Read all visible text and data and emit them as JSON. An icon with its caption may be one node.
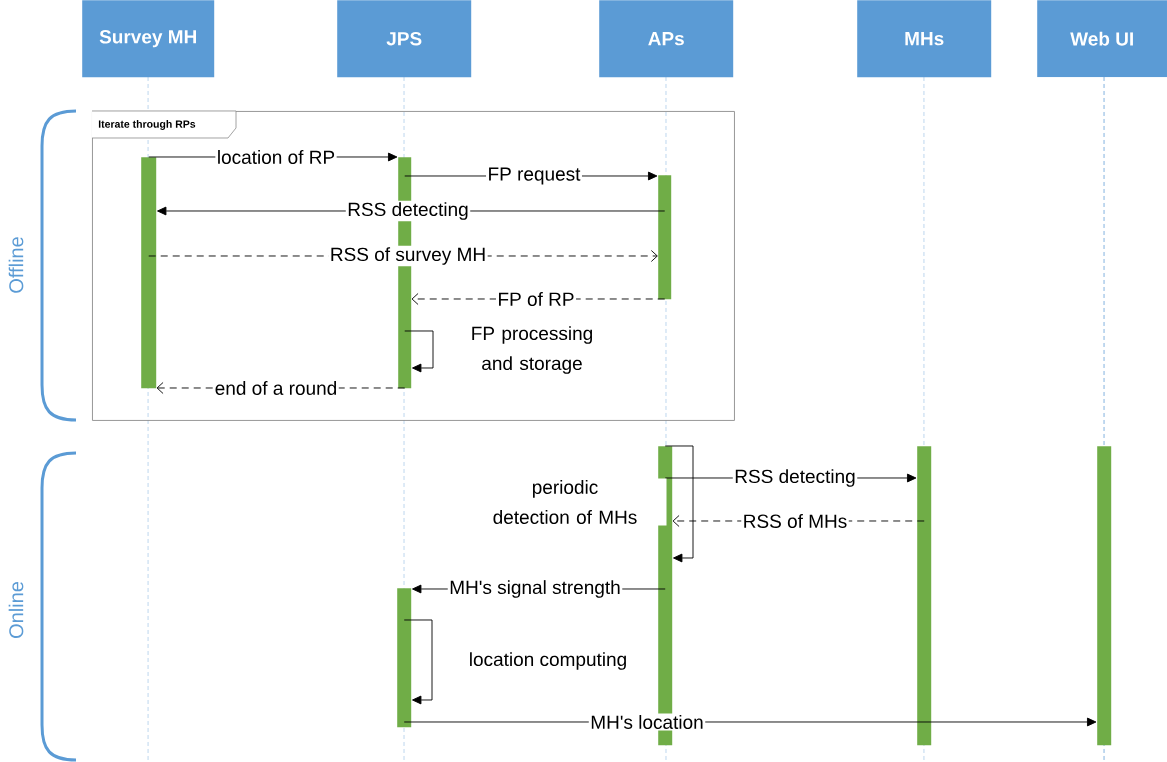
{
  "diagram": {
    "nodes": [
      {
        "text": [
          "Survey MH"
        ]
      },
      {
        "text": [
          "JPS"
        ]
      },
      {
        "text": [
          "APs"
        ]
      },
      {
        "text": [
          "MHs"
        ]
      },
      {
        "text": [
          "Web UI"
        ]
      },
      {
        "text": [
          "Iterate through RPs"
        ]
      },
      {
        "text": [],
        "shape": "bar",
        "in": 5
      },
      {
        "text": [],
        "shape": "bar",
        "in": 5
      },
      {
        "text": [],
        "shape": "bar",
        "in": 5
      },
      {
        "text": [],
        "shape": "bar"
      },
      {
        "text": [],
        "shape": "bar"
      },
      {
        "text": [],
        "shape": "bar"
      },
      {
        "text": [],
        "shape": "bar"
      }
    ],
    "edges": [
      {
        "from": 6,
        "to": 7,
        "arrow": "to",
        "label": "location of RP"
      },
      {
        "from": 7,
        "to": 8,
        "arrow": "to",
        "label": "FP request"
      },
      {
        "from": 8,
        "to": 6,
        "arrow": "to",
        "label": "RSS detecting"
      },
      {
        "from": 6,
        "to": 8,
        "arrow": "to",
        "label": "RSS of survey MH",
        "style": "dashed"
      },
      {
        "from": 8,
        "to": 7,
        "arrow": "to",
        "label": "FP of RP",
        "style": "dashed"
      },
      {
        "from": 7,
        "to": 7,
        "arrow": "to",
        "label": "FP processing and storage"
      },
      {
        "from": 7,
        "to": 6,
        "arrow": "to",
        "label": "end of a round",
        "style": "dashed"
      },
      {
        "from": 9,
        "to": 9,
        "arrow": "to",
        "label": "periodic detection of MHs"
      },
      {
        "from": 9,
        "to": 10,
        "arrow": "to",
        "label": "RSS detecting"
      },
      {
        "from": 10,
        "to": 9,
        "arrow": "to",
        "label": "RSS of MHs",
        "style": "dashed"
      },
      {
        "from": 9,
        "to": 12,
        "arrow": "to",
        "label": "MH's signal strength"
      },
      {
        "from": 12,
        "to": 12,
        "arrow": "to",
        "label": "location computing"
      },
      {
        "from": 12,
        "to": 11,
        "arrow": "to",
        "label": "MH's location"
      }
    ],
    "labels": [
      "Offline",
      "Online"
    ]
  }
}
